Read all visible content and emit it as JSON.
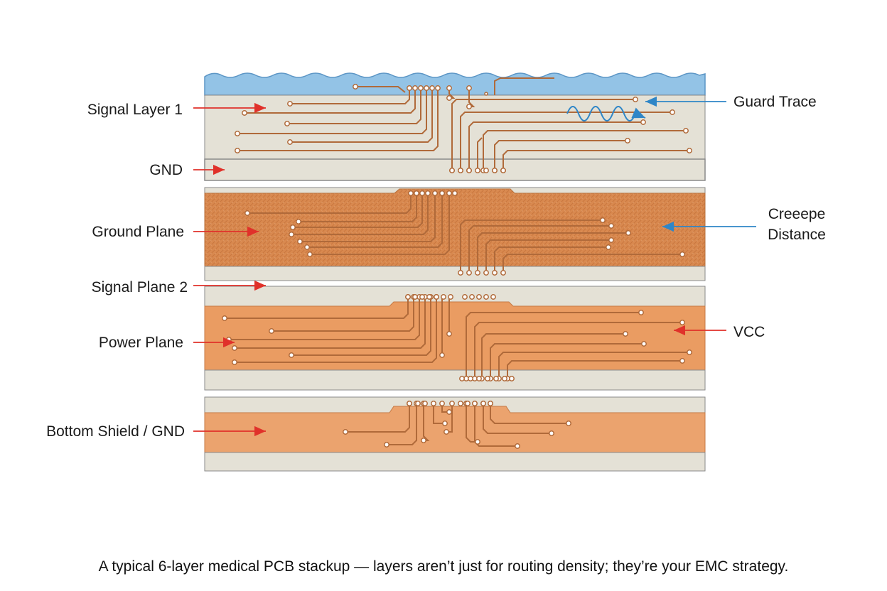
{
  "labels": {
    "signal_layer_1": "Signal Layer 1",
    "gnd": "GND",
    "ground_plane": "Ground Plane",
    "signal_plane_2": "Signal Plane 2",
    "power_plane": "Power Plane",
    "bottom_shield": "Bottom Shield / GND",
    "guard_trace": "Guard Trace",
    "creepage_line1": "Creeepe",
    "creepage_line2": "Distance",
    "vcc": "VCC"
  },
  "caption": "A typical 6-layer medical PCB stackup — layers aren’t just for routing density; they’re your EMC strategy.",
  "colors": {
    "water": "#93c3e6",
    "substrate": "#e4e1d6",
    "substrate_edge": "#8a8a8a",
    "copper_dark": "#d98b52",
    "copper_plane": "#ea9c62",
    "copper_bottom": "#eba36e",
    "trace": "#b06a3a",
    "arrow_red": "#e0312a",
    "arrow_blue": "#2f86c7"
  }
}
